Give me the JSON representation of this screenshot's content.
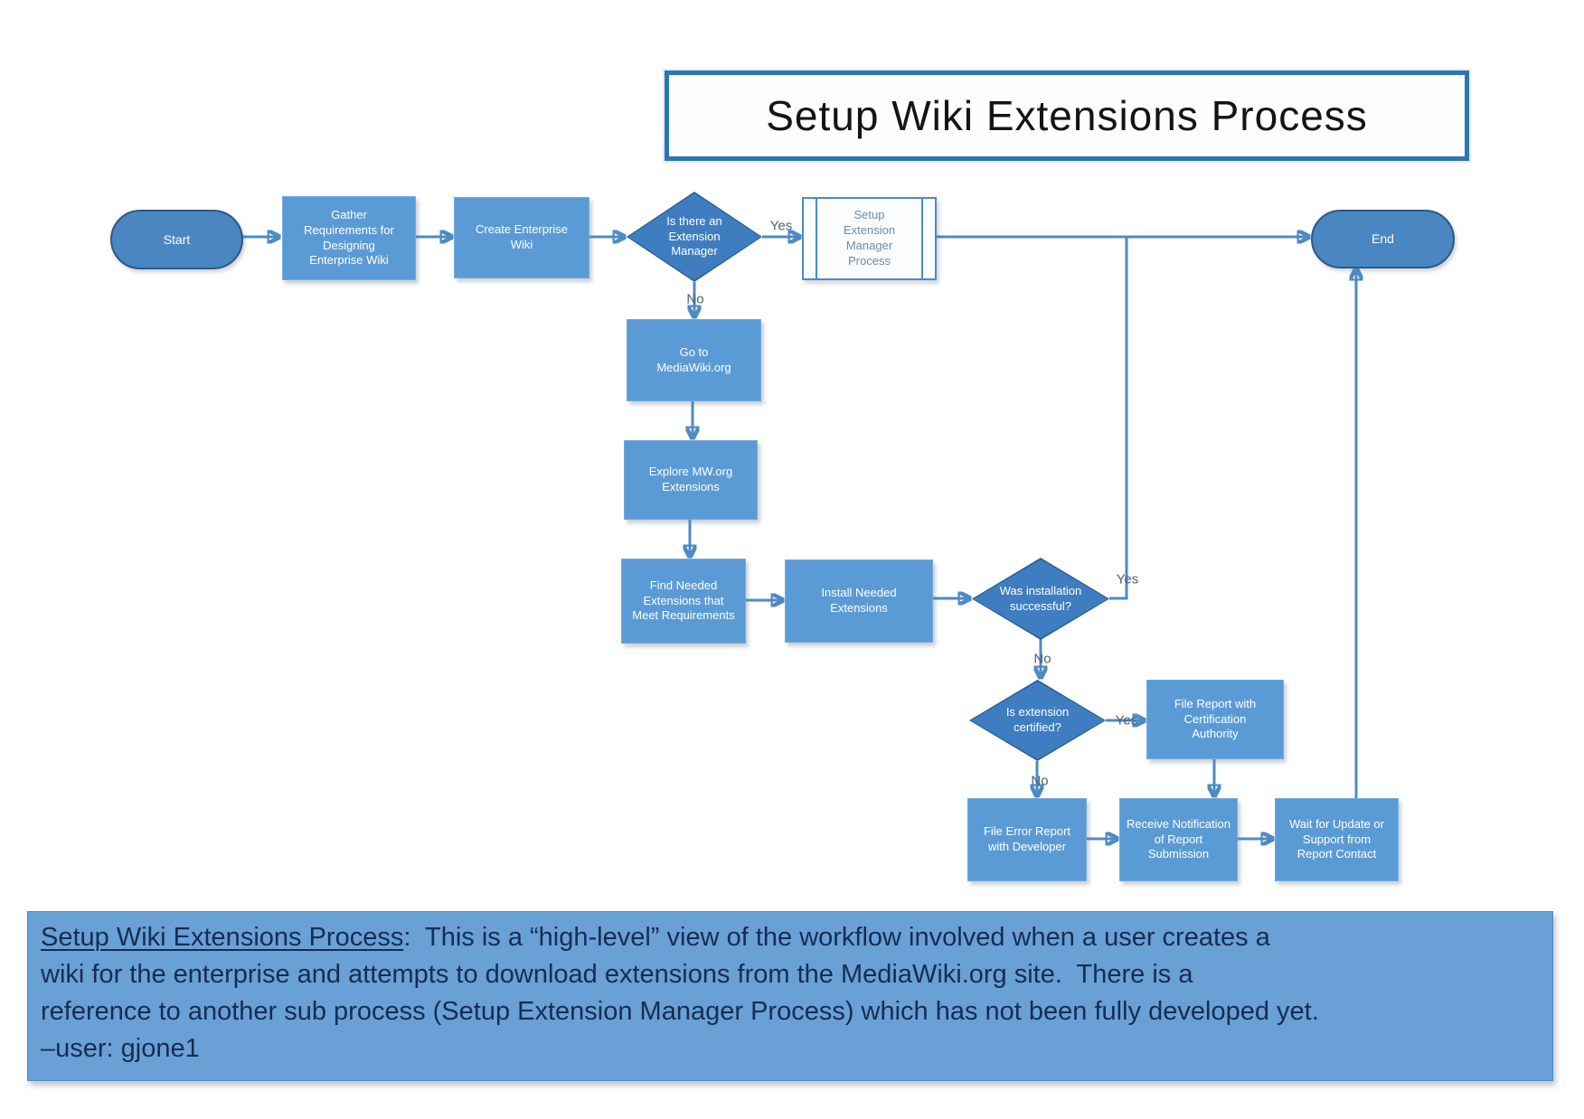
{
  "title": "Setup Wiki Extensions Process",
  "flowchart": {
    "nodes": {
      "start": "Start",
      "gather": "Gather\nRequirements for\nDesigning\nEnterprise Wiki",
      "create": "Create Enterprise\nWiki",
      "extension_manager_decision": "Is there an\nExtension\nManager",
      "subprocess": "Setup\nExtension\nManager\nProcess",
      "end": "End",
      "goto_mediawiki": "Go to\nMediaWiki.org",
      "explore": "Explore MW.org\nExtensions",
      "find": "Find Needed\nExtensions that\nMeet Requirements",
      "install": "Install Needed\nExtensions",
      "install_success_decision": "Was installation\nsuccessful?",
      "certified_decision": "Is extension\ncertified?",
      "file_report": "File Report with\nCertification\nAuthority",
      "file_error": "File Error Report\nwith Developer",
      "receive_notification": "Receive Notification\nof Report\nSubmission",
      "wait_update": "Wait for Update or\nSupport from\nReport Contact"
    },
    "labels": {
      "yes1": "Yes",
      "no1": "No",
      "yes2": "Yes",
      "no2": "No",
      "yes3": "Yes",
      "no3": "No"
    }
  },
  "caption": {
    "lead": "Setup Wiki Extensions Process",
    "line1_rest": ":  This is a “high-level” view of the workflow involved when a user creates a",
    "line2": "wiki for the enterprise and attempts to download extensions from the MediaWiki.org site.  There is a",
    "line3": "reference to another sub process (Setup Extension Manager Process) which has not been fully developed yet.",
    "line4": "–user: gjone1"
  },
  "colors": {
    "process_fill": "#5b9bd5",
    "decision_fill": "#3e7ec0",
    "decision_border": "#2d5e92",
    "terminator_fill": "#4a86c2",
    "terminator_border": "#2c5884",
    "connector": "#4e8ac5",
    "subprocess_fill": "#fbfdff",
    "subprocess_text": "#6f8ba8",
    "title_border": "#2e75b6",
    "caption_background": "#69a0d6",
    "caption_text": "#152d52"
  }
}
